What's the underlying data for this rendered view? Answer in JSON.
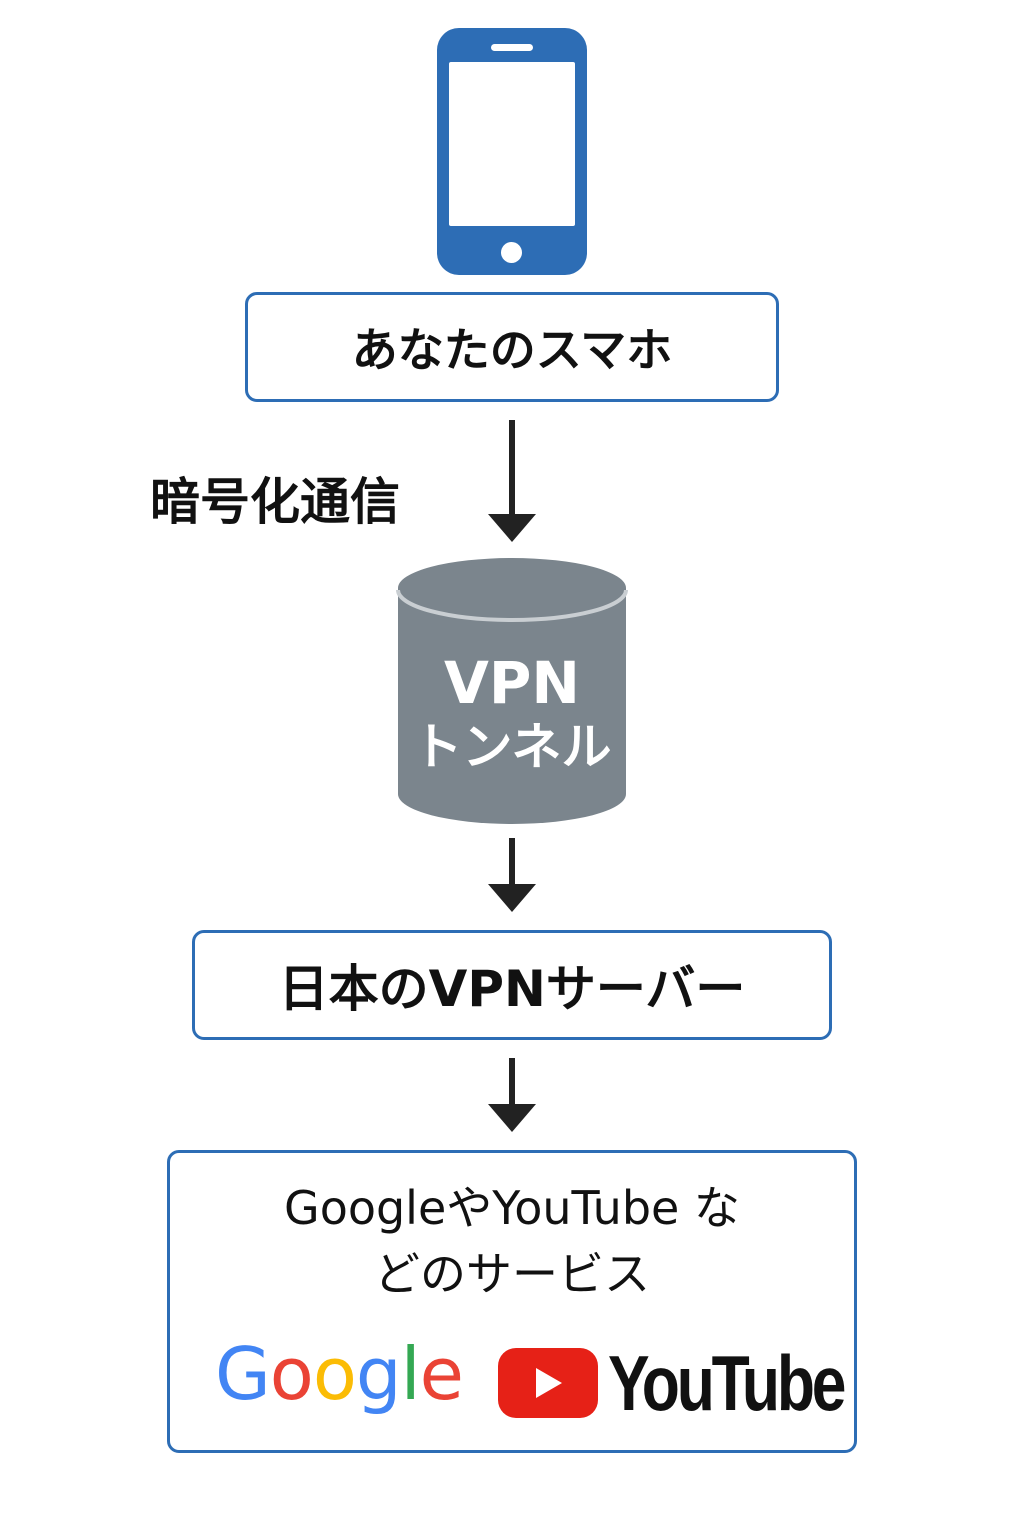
{
  "nodes": {
    "phone_label": "あなたのスマホ",
    "tunnel_line1": "VPN",
    "tunnel_line2": "トンネル",
    "server_label": "日本のVPNサーバー",
    "services_line1": "GoogleやYouTube な",
    "services_line2": "どのサービス"
  },
  "edges": {
    "encrypted_label": "暗号化通信"
  },
  "logos": {
    "google": "Google",
    "youtube": "YouTube"
  },
  "colors": {
    "accent_blue": "#2d6db5",
    "tunnel_gray": "#7b858d",
    "tunnel_top": "#8e979f",
    "arrow": "#222222",
    "youtube_red": "#e62117",
    "google_blue": "#4285f4",
    "google_red": "#ea4335",
    "google_yellow": "#fbbc05",
    "google_green": "#34a853"
  },
  "icons": {
    "device": "smartphone-icon",
    "tunnel": "cylinder-icon",
    "play": "play-icon"
  }
}
